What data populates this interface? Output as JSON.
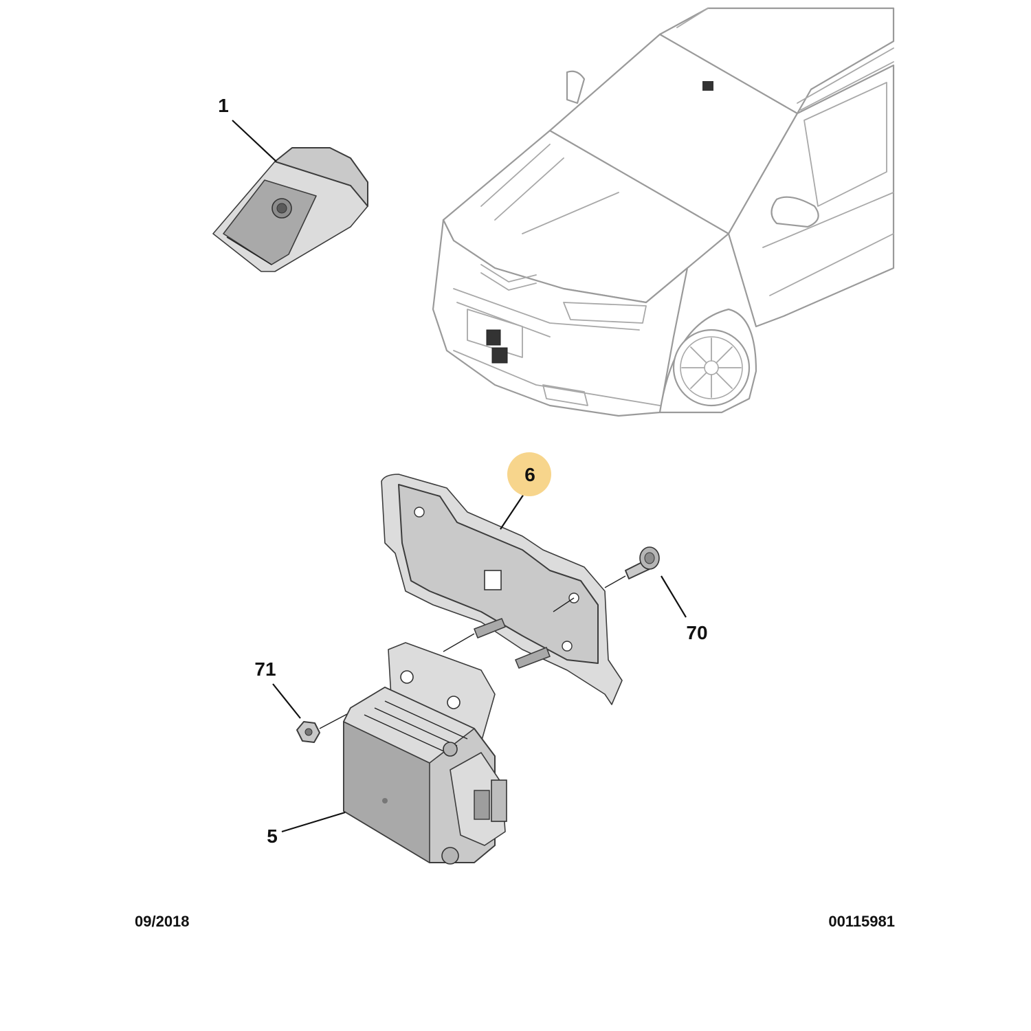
{
  "diagram": {
    "callouts": [
      {
        "id": "1",
        "label": "1"
      },
      {
        "id": "6",
        "label": "6"
      },
      {
        "id": "70",
        "label": "70"
      },
      {
        "id": "71",
        "label": "71"
      },
      {
        "id": "5",
        "label": "5"
      }
    ],
    "highlight_color": "#f7d58c",
    "footer": {
      "date": "09/2018",
      "reference": "00115981"
    }
  }
}
